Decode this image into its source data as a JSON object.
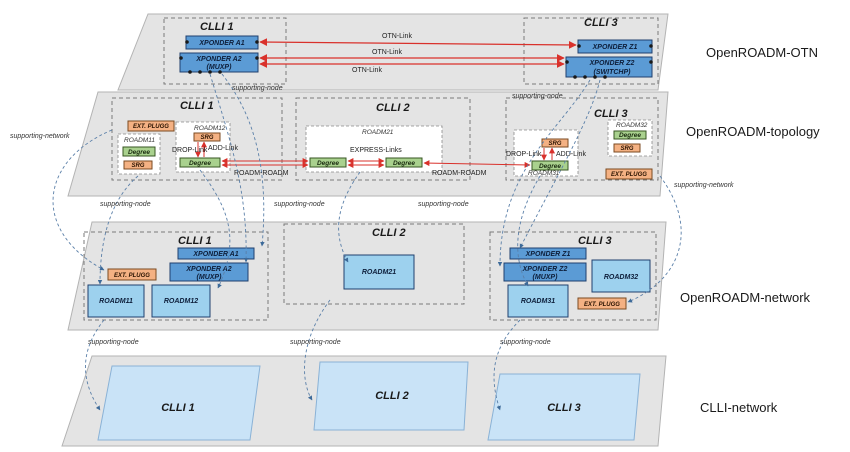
{
  "layers": {
    "otn": "OpenROADM-OTN",
    "topology": "OpenROADM-topology",
    "network": "OpenROADM-network",
    "clli": "CLLI-network"
  },
  "otn": {
    "clli1": "CLLI 1",
    "clli3": "CLLI 3",
    "xa1": "XPONDER A1",
    "xa2_l1": "XPONDER A2",
    "xa2_l2": "(MUXP)",
    "xz1": "XPONDER Z1",
    "xz2_l1": "XPONDER Z2",
    "xz2_l2": "(SWITCHP)",
    "links": [
      "OTN-Link",
      "OTN-Link",
      "OTN-Link"
    ]
  },
  "topology": {
    "clli1": "CLLI 1",
    "clli2": "CLLI 2",
    "clli3": "CLLI 3",
    "roadm11": "ROADM11",
    "roadm12": "ROADM12",
    "roadm21": "ROADM21",
    "roadm31": "ROADM31",
    "roadm32": "ROADM32",
    "ext_plugg": "EXT. PLUGG",
    "degree": "Degree",
    "srg": "SRG",
    "drop_link": "DROP-Link",
    "add_link": "ADD-Link",
    "express_links": "EXPRESS-Links",
    "roadm_roadm": "ROADM-ROADM"
  },
  "network": {
    "clli1": "CLLI 1",
    "clli2": "CLLI 2",
    "clli3": "CLLI 3",
    "xa1": "XPONDER A1",
    "xa2_l1": "XPONDER A2",
    "xa2_l2": "(MUXP)",
    "ext_plugg": "EXT. PLUGG",
    "roadm11": "ROADM11",
    "roadm12": "ROADM12",
    "roadm21": "ROADM21",
    "xz1": "XPONDER Z1",
    "xz2_l1": "XPONDER Z2",
    "xz2_l2": "(MUXP)",
    "roadm31": "ROADM31",
    "roadm32": "ROADM32"
  },
  "clli": {
    "c1": "CLLI 1",
    "c2": "CLLI 2",
    "c3": "CLLI 3"
  },
  "annotations": {
    "supporting_node": "supporting-node",
    "supporting_network": "supporting-network"
  },
  "colors": {
    "xponder": "#5b9bd5",
    "roadm": "#9dd1ee",
    "plugg": "#f4b183",
    "degree": "#a9d18e",
    "link": "#d9312b",
    "layer": "#e4e4e4"
  }
}
